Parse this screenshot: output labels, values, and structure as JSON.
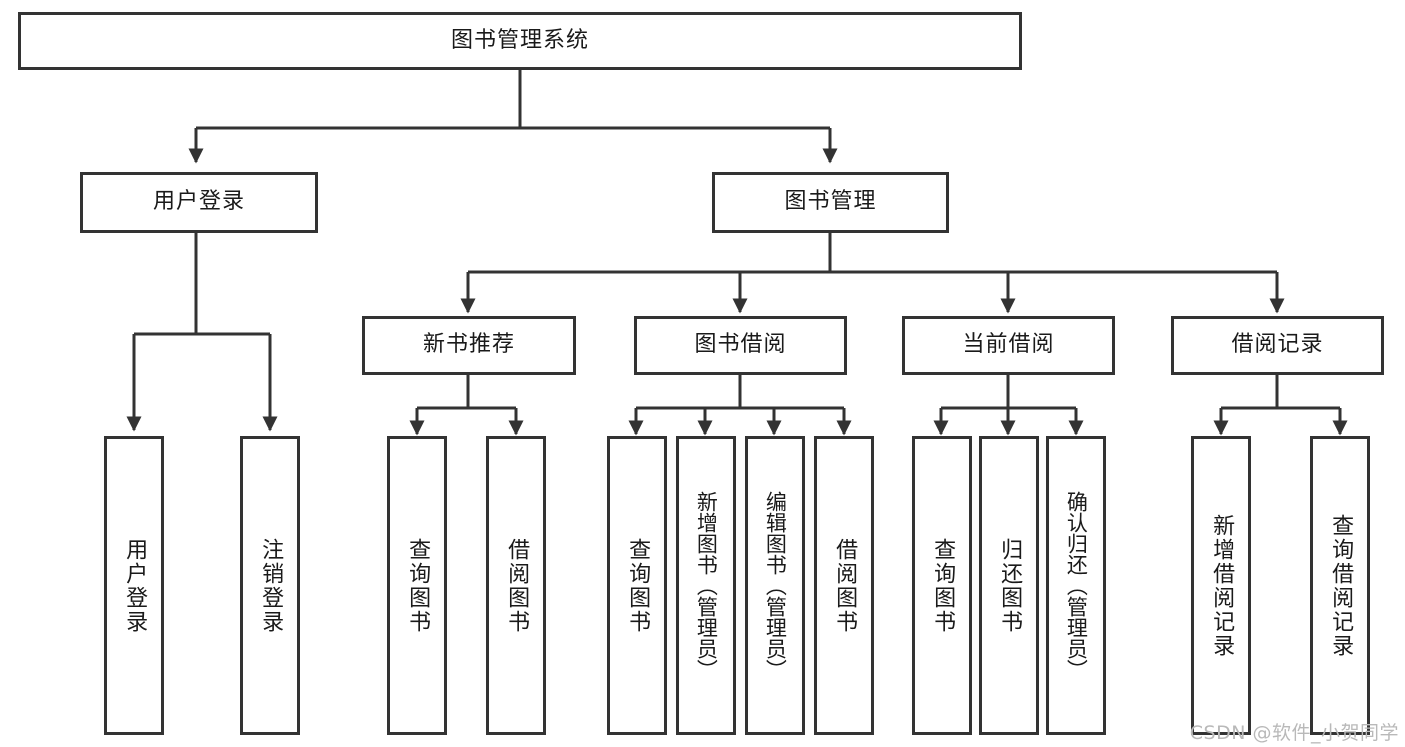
{
  "diagram": {
    "title": "图书管理系统",
    "watermark": "CSDN @软件_小贺同学",
    "stroke_color": "#333333",
    "fill_color": "#ffffff",
    "text_color": "#1a1a1a",
    "watermark_color": "#b9b9b9",
    "type": "tree-hierarchy",
    "levels": 4
  },
  "root": {
    "label": "图书管理系统"
  },
  "level1": [
    {
      "label": "用户登录"
    },
    {
      "label": "图书管理"
    }
  ],
  "level2": [
    {
      "label": "新书推荐"
    },
    {
      "label": "图书借阅"
    },
    {
      "label": "当前借阅"
    },
    {
      "label": "借阅记录"
    }
  ],
  "leaves": {
    "user_login": [
      {
        "label": "用户登录"
      },
      {
        "label": "注销登录"
      }
    ],
    "new_book": [
      {
        "label": "查询图书"
      },
      {
        "label": "借阅图书"
      }
    ],
    "borrow_book": [
      {
        "label": "查询图书"
      },
      {
        "label": "新增图书（管理员）"
      },
      {
        "label": "编辑图书（管理员）"
      },
      {
        "label": "借阅图书"
      }
    ],
    "current_borrow": [
      {
        "label": "查询图书"
      },
      {
        "label": "归还图书"
      },
      {
        "label": "确认归还（管理员）"
      }
    ],
    "borrow_record": [
      {
        "label": "新增借阅记录"
      },
      {
        "label": "查询借阅记录"
      }
    ]
  }
}
